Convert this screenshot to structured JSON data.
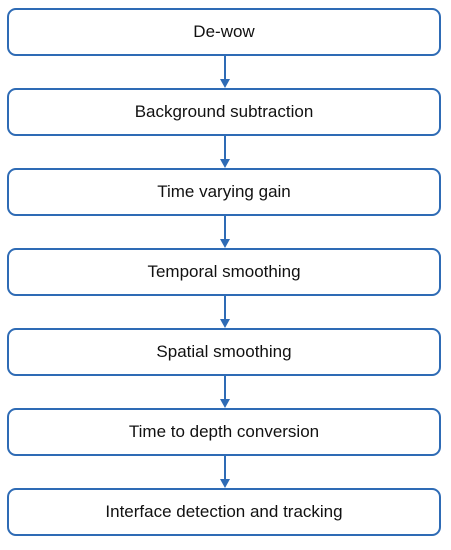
{
  "diagram": {
    "type": "vertical-flowchart",
    "colors": {
      "box_border": "#2e6bb5",
      "arrow": "#2e6bb5",
      "text": "#111111",
      "background": "#ffffff"
    },
    "steps": [
      {
        "label": "De-wow"
      },
      {
        "label": "Background subtraction"
      },
      {
        "label": "Time varying gain"
      },
      {
        "label": "Temporal smoothing"
      },
      {
        "label": "Spatial smoothing"
      },
      {
        "label": "Time to depth conversion"
      },
      {
        "label": "Interface detection and tracking"
      }
    ],
    "edges": [
      {
        "from": 0,
        "to": 1
      },
      {
        "from": 1,
        "to": 2
      },
      {
        "from": 2,
        "to": 3
      },
      {
        "from": 3,
        "to": 4
      },
      {
        "from": 4,
        "to": 5
      },
      {
        "from": 5,
        "to": 6
      }
    ]
  }
}
